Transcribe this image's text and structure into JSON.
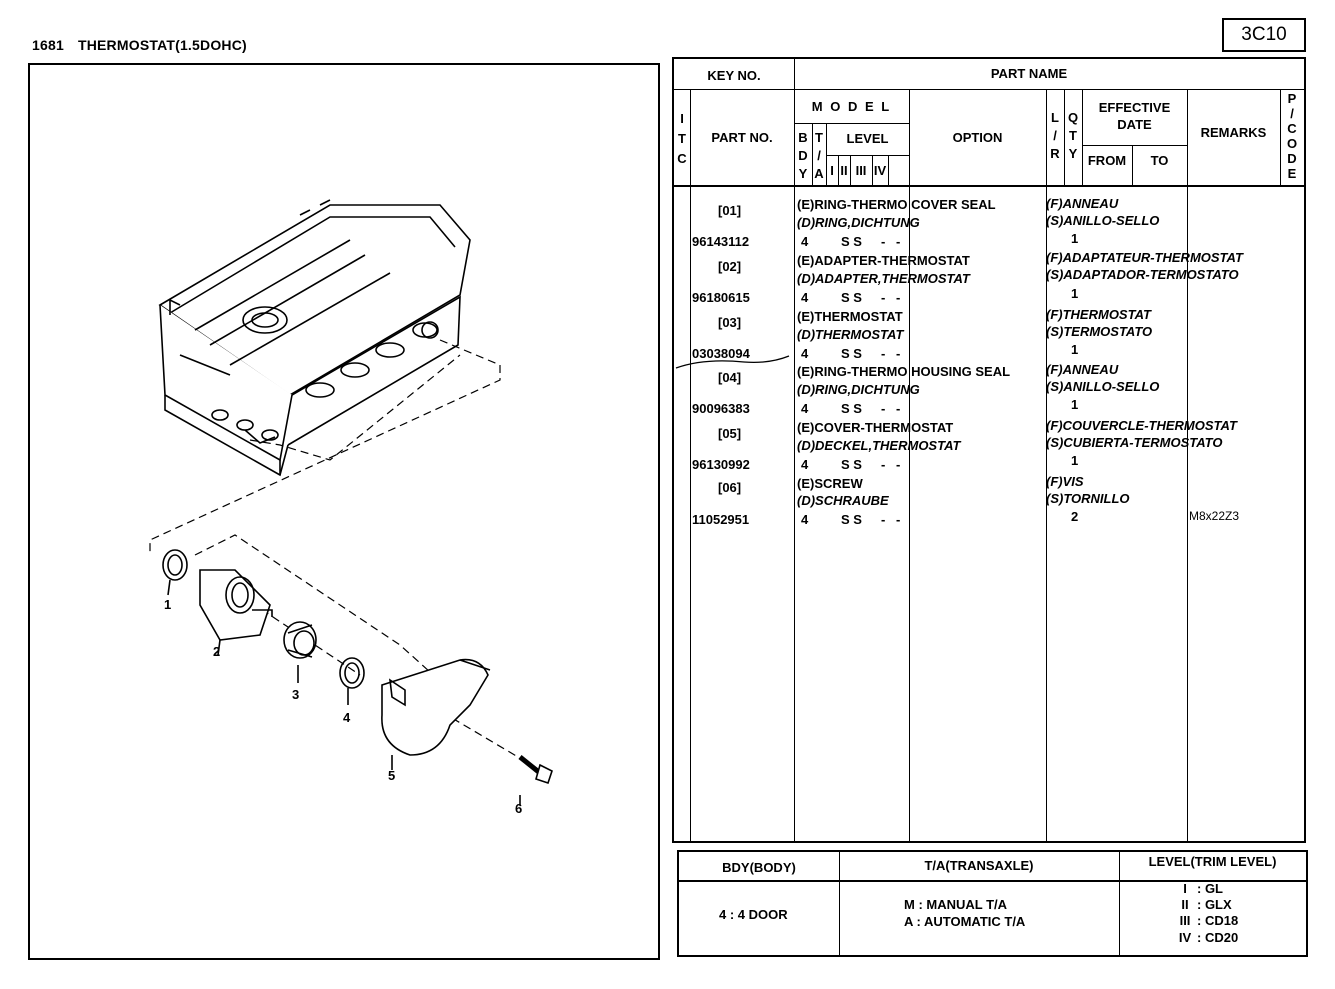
{
  "header": {
    "page_number": "1681",
    "title": "THERMOSTAT(1.5DOHC)",
    "code": "3C10"
  },
  "diagram": {
    "callouts": [
      "1",
      "2",
      "3",
      "4",
      "5",
      "6"
    ]
  },
  "table": {
    "headers": {
      "key_no": "KEY NO.",
      "part_name": "PART NAME",
      "itc": [
        "I",
        "T",
        "C"
      ],
      "part_no": "PART NO.",
      "model": "M O D E L",
      "bdy": [
        "B",
        "D",
        "Y"
      ],
      "ta": [
        "T",
        "/",
        "A"
      ],
      "level": "LEVEL",
      "levels": [
        "I",
        "II",
        "III",
        "IV"
      ],
      "option": "OPTION",
      "lr": [
        "L",
        "/",
        "R"
      ],
      "qty": [
        "Q",
        "T",
        "Y"
      ],
      "effective_date": "EFFECTIVE\nDATE",
      "from": "FROM",
      "to": "TO",
      "remarks": "REMARKS",
      "pcode": [
        "P",
        "/",
        "C",
        "O",
        "D",
        "E"
      ]
    },
    "rows": [
      {
        "key": "[01]",
        "part_no": "96143112",
        "name_e": "(E)RING-THERMO COVER SEAL",
        "name_d": "(D)RING,DICHTUNG",
        "name_f": "(F)ANNEAU",
        "name_s": "(S)ANILLO-SELLO",
        "bdy": "4",
        "ta": "S S",
        "lvl3": "-",
        "lvl4": "-",
        "qty": "1",
        "remarks": ""
      },
      {
        "key": "[02]",
        "part_no": "96180615",
        "name_e": "(E)ADAPTER-THERMOSTAT",
        "name_d": "(D)ADAPTER,THERMOSTAT",
        "name_f": "(F)ADAPTATEUR-THERMOSTAT",
        "name_s": "(S)ADAPTADOR-TERMOSTATO",
        "bdy": "4",
        "ta": "S S",
        "lvl3": "-",
        "lvl4": "-",
        "qty": "1",
        "remarks": ""
      },
      {
        "key": "[03]",
        "part_no": "03038094",
        "name_e": "(E)THERMOSTAT",
        "name_d": "(D)THERMOSTAT",
        "name_f": "(F)THERMOSTAT",
        "name_s": "(S)TERMOSTATO",
        "bdy": "4",
        "ta": "S S",
        "lvl3": "-",
        "lvl4": "-",
        "qty": "1",
        "remarks": ""
      },
      {
        "key": "[04]",
        "part_no": "90096383",
        "name_e": "(E)RING-THERMO HOUSING SEAL",
        "name_d": "(D)RING,DICHTUNG",
        "name_f": "(F)ANNEAU",
        "name_s": "(S)ANILLO-SELLO",
        "bdy": "4",
        "ta": "S S",
        "lvl3": "-",
        "lvl4": "-",
        "qty": "1",
        "remarks": ""
      },
      {
        "key": "[05]",
        "part_no": "96130992",
        "name_e": "(E)COVER-THERMOSTAT",
        "name_d": "(D)DECKEL,THERMOSTAT",
        "name_f": "(F)COUVERCLE-THERMOSTAT",
        "name_s": "(S)CUBIERTA-TERMOSTATO",
        "bdy": "4",
        "ta": "S S",
        "lvl3": "-",
        "lvl4": "-",
        "qty": "1",
        "remarks": ""
      },
      {
        "key": "[06]",
        "part_no": "11052951",
        "name_e": "(E)SCREW",
        "name_d": "(D)SCHRAUBE",
        "name_f": "(F)VIS",
        "name_s": "(S)TORNILLO",
        "bdy": "4",
        "ta": "S S",
        "lvl3": "-",
        "lvl4": "-",
        "qty": "2",
        "remarks": "M8x22Z3"
      }
    ]
  },
  "legend": {
    "bdy_header": "BDY(BODY)",
    "ta_header": "T/A(TRANSAXLE)",
    "level_header": "LEVEL(TRIM LEVEL)",
    "bdy_value": "4 : 4 DOOR",
    "ta_values": [
      "M : MANUAL T/A",
      "A : AUTOMATIC  T/A"
    ],
    "level_values": [
      {
        "code": "I",
        "name": ": GL"
      },
      {
        "code": "II",
        "name": ": GLX"
      },
      {
        "code": "III",
        "name": ": CD18"
      },
      {
        "code": "IV",
        "name": ": CD20"
      }
    ]
  }
}
